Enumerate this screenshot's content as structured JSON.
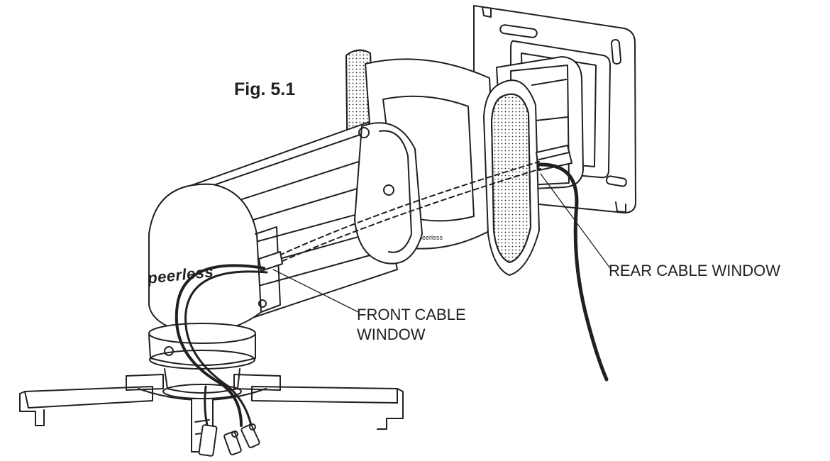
{
  "figure": {
    "title": "Fig. 5.1"
  },
  "brand": {
    "logo_text": "peerless"
  },
  "callouts": {
    "front_cable_window": {
      "line1": "FRONT CABLE",
      "line2": "WINDOW"
    },
    "rear_cable_window": {
      "text": "REAR CABLE WINDOW"
    }
  },
  "colors": {
    "ink": "#231f20",
    "background": "#ffffff"
  }
}
